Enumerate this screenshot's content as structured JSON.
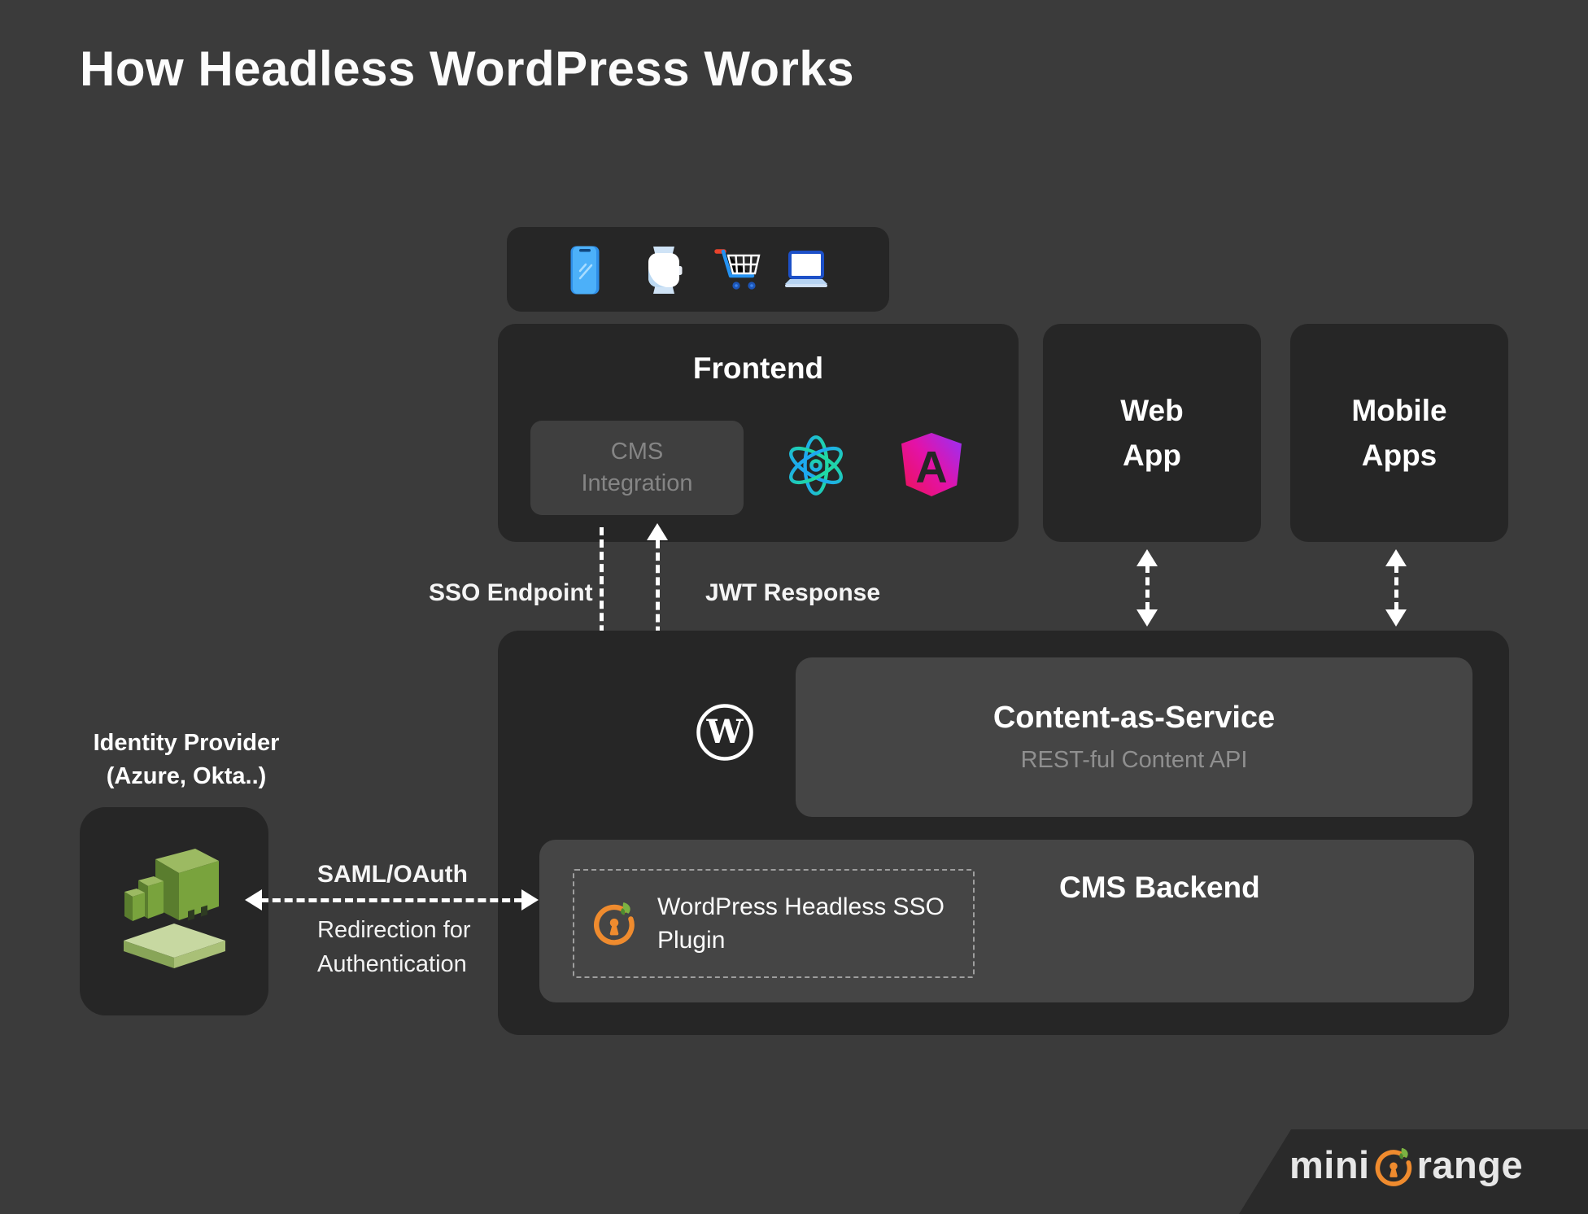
{
  "title": "How Headless WordPress Works",
  "colors": {
    "background": "#3b3b3b",
    "box_dark": "#262626",
    "box_light": "#454545",
    "cms_integration_bg": "#3f3f3f",
    "muted_text": "#8f8f8f",
    "arrow_white": "#ffffff",
    "brand_orange": "#ef8b2e",
    "leaf_green": "#7cb342",
    "idp_green": "#79a33d",
    "react_teal": "#1fd8a4",
    "react_blue": "#1da8f2",
    "angular_pink": "#ec135c",
    "angular_purple": "#9d2ff2"
  },
  "devices_bar": {
    "icons": [
      "smartphone-icon",
      "smartwatch-icon",
      "shopping-cart-icon",
      "laptop-icon"
    ]
  },
  "frontend": {
    "label": "Frontend",
    "cms_integration_label": "CMS Integration",
    "icons": [
      "react-icon",
      "angular-icon"
    ],
    "angular_monogram": "A"
  },
  "web_app": {
    "label": "Web App"
  },
  "mobile_apps": {
    "label": "Mobile Apps"
  },
  "arrows": {
    "sso_endpoint": "SSO Endpoint",
    "jwt_response": "JWT Response",
    "saml_oauth": "SAML/OAuth",
    "redirection_line1": "Redirection for",
    "redirection_line2": "Authentication"
  },
  "backend": {
    "wordpress_monogram": "W",
    "content_service_title": "Content-as-Service",
    "content_service_subtitle": "REST-ful Content API",
    "cms_backend_label": "CMS Backend",
    "plugin_label": "WordPress Headless SSO Plugin"
  },
  "identity_provider": {
    "label_line1": "Identity Provider",
    "label_line2": "(Azure, Okta..)"
  },
  "footer": {
    "brand_prefix": "mini",
    "brand_suffix": "range"
  }
}
